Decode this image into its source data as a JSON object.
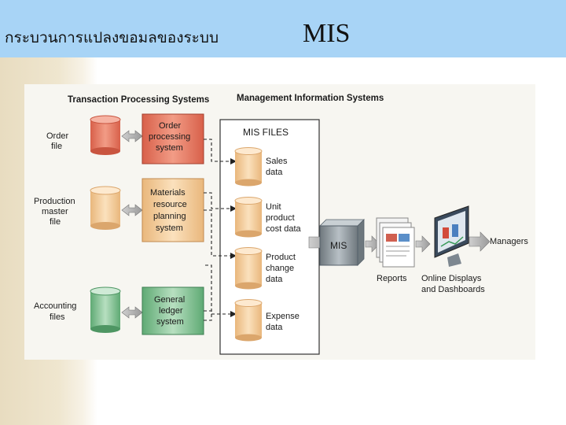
{
  "slide": {
    "title_thai": "กระบวนการแปลงขอมลของระบบ",
    "title_mis": "MIS"
  },
  "diagram": {
    "tps_heading": "Transaction Processing Systems",
    "mis_heading": "Management Information Systems",
    "mis_files_heading": "MIS FILES",
    "sources": [
      {
        "file": [
          "Order",
          "file"
        ],
        "system": [
          "Order",
          "processing",
          "system"
        ]
      },
      {
        "file": [
          "Production",
          "master",
          "file"
        ],
        "system": [
          "Materials",
          "resource",
          "planning",
          "system"
        ]
      },
      {
        "file": [
          "Accounting",
          "files"
        ],
        "system": [
          "General",
          "ledger",
          "system"
        ]
      }
    ],
    "mis_files": [
      [
        "Sales",
        "data"
      ],
      [
        "Unit",
        "product",
        "cost data"
      ],
      [
        "Product",
        "change",
        "data"
      ],
      [
        "Expense",
        "data"
      ]
    ],
    "mis_box": "MIS",
    "reports": "Reports",
    "online": [
      "Online Displays",
      "and Dashboards"
    ],
    "managers": "Managers"
  },
  "colors": {
    "header_bg": "#a8d4f6",
    "order_red": "#e4735a",
    "materials_tan": "#f0c48c",
    "ledger_green": "#7fbe8e",
    "mis_file_tan": "#f3cfa0",
    "mis_box_gray": "#9aa3a8"
  }
}
